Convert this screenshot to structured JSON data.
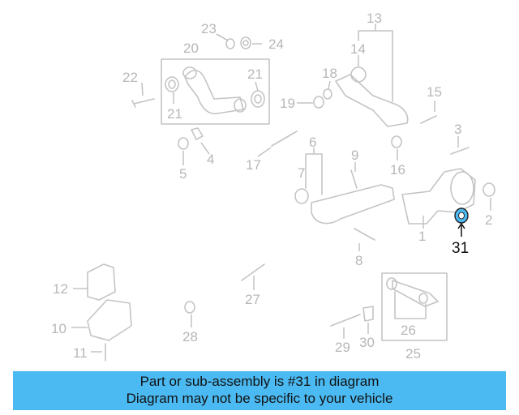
{
  "highlighted_part": "31",
  "callouts": {
    "c1": "1",
    "c2": "2",
    "c3": "3",
    "c4": "4",
    "c5": "5",
    "c6": "6",
    "c7": "7",
    "c8": "8",
    "c9": "9",
    "c10": "10",
    "c11": "11",
    "c12": "12",
    "c13": "13",
    "c14": "14",
    "c15": "15",
    "c16": "16",
    "c17": "17",
    "c18": "18",
    "c19": "19",
    "c20": "20",
    "c21a": "21",
    "c21b": "21",
    "c22": "22",
    "c23": "23",
    "c24": "24",
    "c25": "25",
    "c26": "26",
    "c27": "27",
    "c28": "28",
    "c29": "29",
    "c30": "30",
    "c31": "31"
  },
  "colors": {
    "banner": "#4bbaf2",
    "highlight": "#4bbaf2",
    "part_lines": "#c4c4c4"
  },
  "banner": {
    "line1": "Part or sub-assembly is #31 in diagram",
    "line2": "Diagram may not be specific to your vehicle"
  }
}
